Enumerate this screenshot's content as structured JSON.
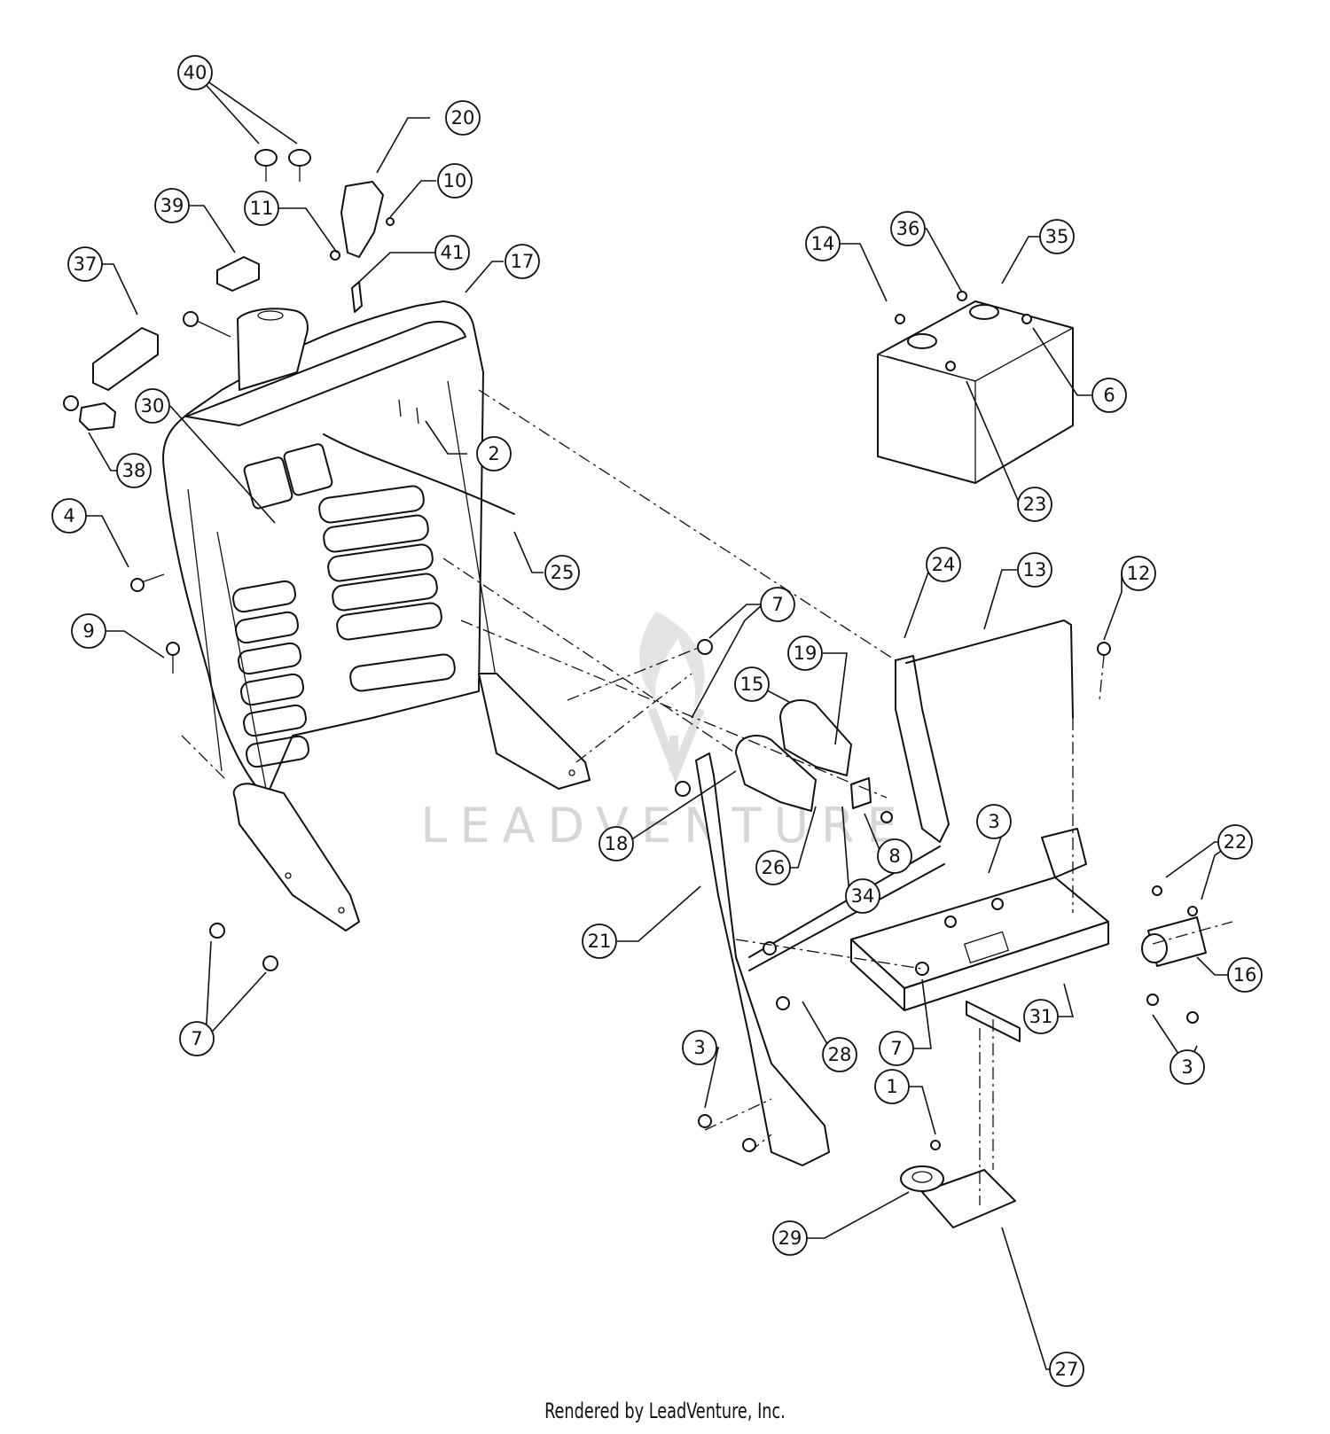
{
  "callouts": [
    {
      "label": "40"
    },
    {
      "label": "20"
    },
    {
      "label": "10"
    },
    {
      "label": "11"
    },
    {
      "label": "39"
    },
    {
      "label": "41"
    },
    {
      "label": "17"
    },
    {
      "label": "37"
    },
    {
      "label": "30"
    },
    {
      "label": "2"
    },
    {
      "label": "38"
    },
    {
      "label": "4"
    },
    {
      "label": "25"
    },
    {
      "label": "9"
    },
    {
      "label": "7"
    },
    {
      "label": "14"
    },
    {
      "label": "36"
    },
    {
      "label": "35"
    },
    {
      "label": "6"
    },
    {
      "label": "23"
    },
    {
      "label": "24"
    },
    {
      "label": "13"
    },
    {
      "label": "12"
    },
    {
      "label": "7"
    },
    {
      "label": "19"
    },
    {
      "label": "15"
    },
    {
      "label": "18"
    },
    {
      "label": "26"
    },
    {
      "label": "8"
    },
    {
      "label": "34"
    },
    {
      "label": "3"
    },
    {
      "label": "22"
    },
    {
      "label": "21"
    },
    {
      "label": "16"
    },
    {
      "label": "28"
    },
    {
      "label": "31"
    },
    {
      "label": "7"
    },
    {
      "label": "3"
    },
    {
      "label": "3"
    },
    {
      "label": "1"
    },
    {
      "label": "29"
    },
    {
      "label": "27"
    }
  ],
  "watermark": "LEADVENTURE",
  "footer": "Rendered by LeadVenture, Inc."
}
